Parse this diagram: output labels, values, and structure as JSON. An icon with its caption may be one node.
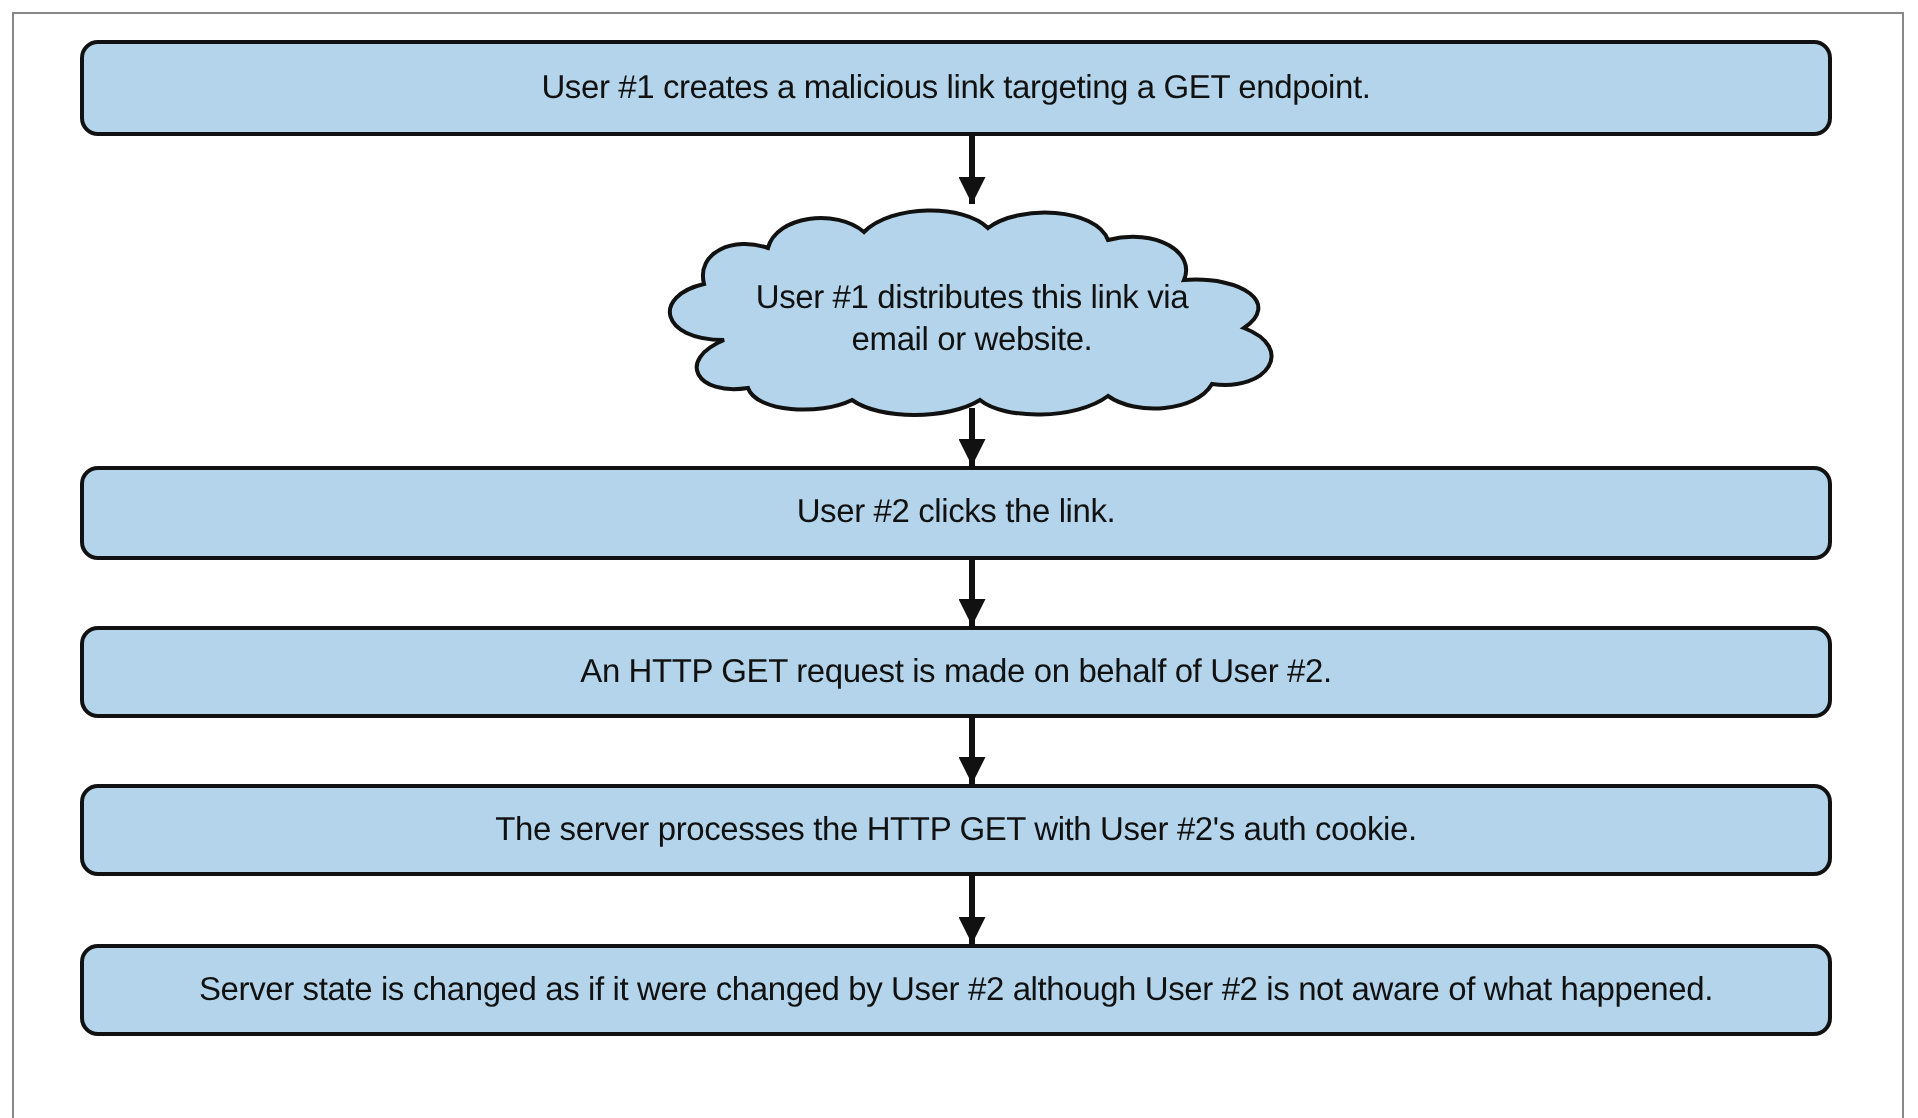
{
  "diagram": {
    "nodes": [
      {
        "text": [
          "User #1 creates a malicious link targeting a GET endpoint."
        ]
      },
      {
        "text": [
          "User #1 distributes this link via email or website."
        ]
      },
      {
        "text": [
          "User #2 clicks the link."
        ]
      },
      {
        "text": [
          "An HTTP GET request is made on behalf of User #2."
        ]
      },
      {
        "text": [
          "The server processes the HTTP GET with User #2's auth cookie."
        ]
      },
      {
        "text": [
          "Server state is changed as if it were changed by User #2 although User #2 is not aware of what happened."
        ]
      }
    ],
    "edges": [
      {
        "from": 0,
        "to": 1,
        "arrow": "to"
      },
      {
        "from": 1,
        "to": 2,
        "arrow": "to"
      },
      {
        "from": 2,
        "to": 3,
        "arrow": "to"
      },
      {
        "from": 3,
        "to": 4,
        "arrow": "to"
      },
      {
        "from": 4,
        "to": 5,
        "arrow": "to"
      }
    ]
  }
}
